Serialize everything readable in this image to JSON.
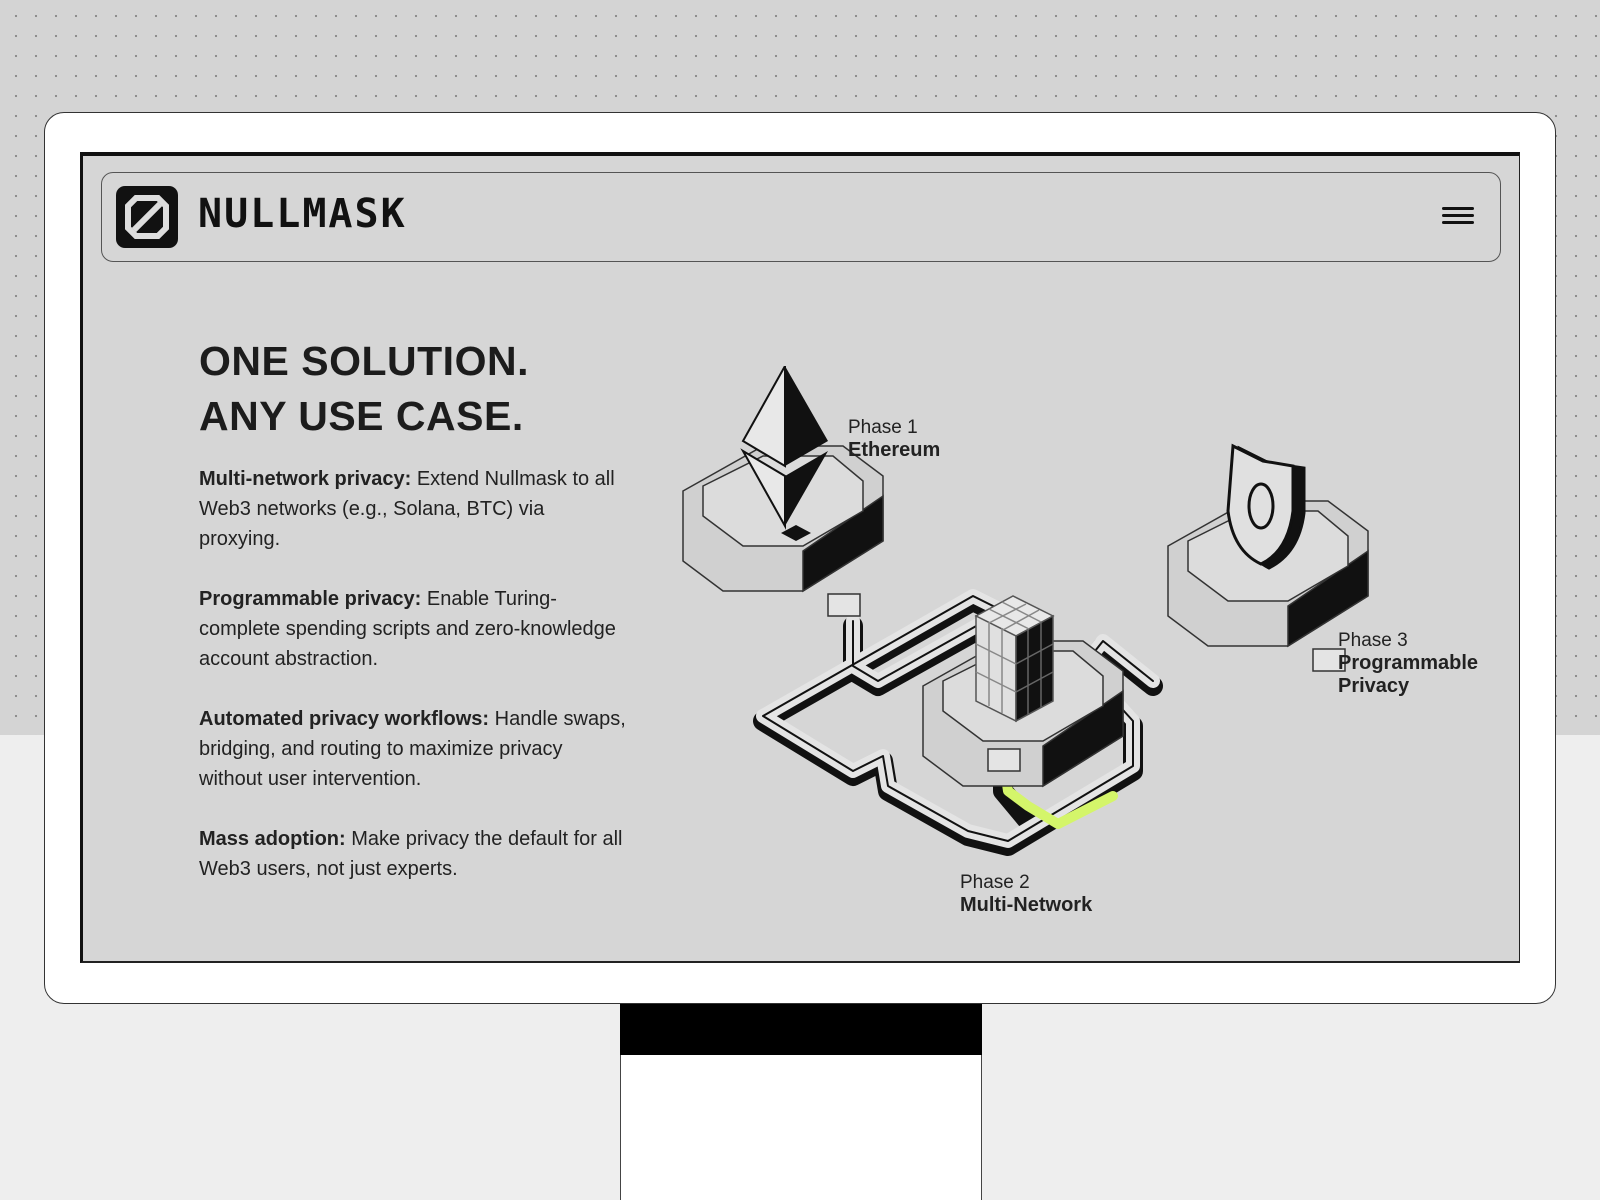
{
  "brand": {
    "name": "NULLMASK"
  },
  "header": {
    "menu_icon": "hamburger-icon"
  },
  "hero": {
    "title_line1": "ONE SOLUTION.",
    "title_line2": "ANY USE CASE."
  },
  "features": [
    {
      "title": "Multi-network privacy:",
      "text": " Extend Nullmask to all Web3 networks (e.g., Solana, BTC) via proxying."
    },
    {
      "title": "Programmable privacy:",
      "text": " Enable Turing-complete spending scripts and zero-knowledge account abstraction."
    },
    {
      "title": "Automated privacy workflows:",
      "text": " Handle swaps, bridging, and routing to maximize privacy without user intervention."
    },
    {
      "title": "Mass adoption:",
      "text": " Make privacy the default for all Web3 users, not just experts."
    }
  ],
  "phases": [
    {
      "phase": "Phase 1",
      "name": "Ethereum"
    },
    {
      "phase": "Phase 2",
      "name": "Multi-Network"
    },
    {
      "phase": "Phase 3",
      "name": "Programmable Privacy"
    }
  ],
  "colors": {
    "accent": "#d4f56a",
    "screen_bg": "#d6d6d6"
  }
}
